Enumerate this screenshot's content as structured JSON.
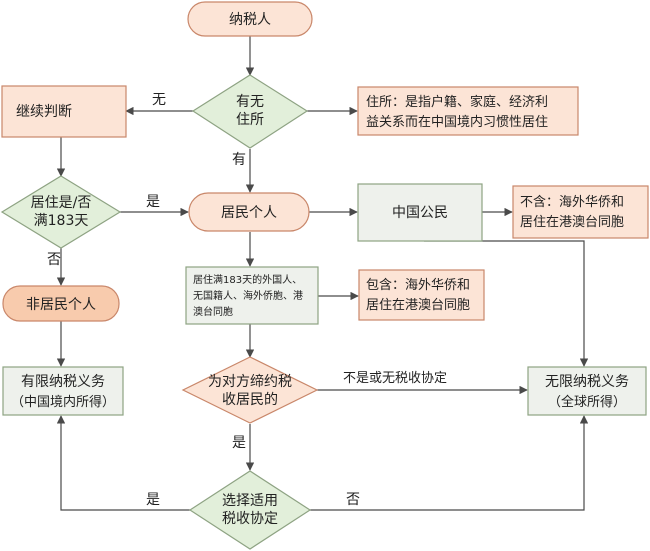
{
  "colors": {
    "peach_fill": "#fce4d6",
    "peach_stroke": "#c9876a",
    "orange_fill": "#f8cbad",
    "green_fill": "#e2efda",
    "green_stroke": "#8ea383",
    "gray_fill": "#eef1ec",
    "line": "#4a4a4a"
  },
  "nodes": {
    "taxpayer": "纳税人",
    "has_residence_l1": "有无",
    "has_residence_l2": "住所",
    "residence_def_l1": "住所：是指户籍、家庭、经济利",
    "residence_def_l2": "益关系而在中国境内习惯性居住",
    "continue_judge": "继续判断",
    "stay183_l1": "居住是/否",
    "stay183_l2": "满183天",
    "resident": "居民个人",
    "chinese_citizen": "中国公民",
    "excl_l1": "不含：海外华侨和",
    "excl_l2": "居住在港澳台同胞",
    "foreigner_l1": "居住满183天的外国人、",
    "foreigner_l2": "无国籍人、海外侨胞、港",
    "foreigner_l3": "澳台同胞",
    "incl_l1": "包含：海外华侨和",
    "incl_l2": "居住在港澳台同胞",
    "nonresident": "非居民个人",
    "limited_l1": "有限纳税义务",
    "limited_l2": "（中国境内所得）",
    "treaty_res_l1": "为对方缔约税",
    "treaty_res_l2": "收居民的",
    "unlimited_l1": "无限纳税义务",
    "unlimited_l2": "（全球所得）",
    "choose_l1": "选择适用",
    "choose_l2": "税收协定"
  },
  "edges": {
    "no": "无",
    "has": "有",
    "yes1": "是",
    "no1": "否",
    "not_or_none": "不是或无税收协定",
    "yes2": "是",
    "yes3": "是",
    "no2": "否"
  }
}
